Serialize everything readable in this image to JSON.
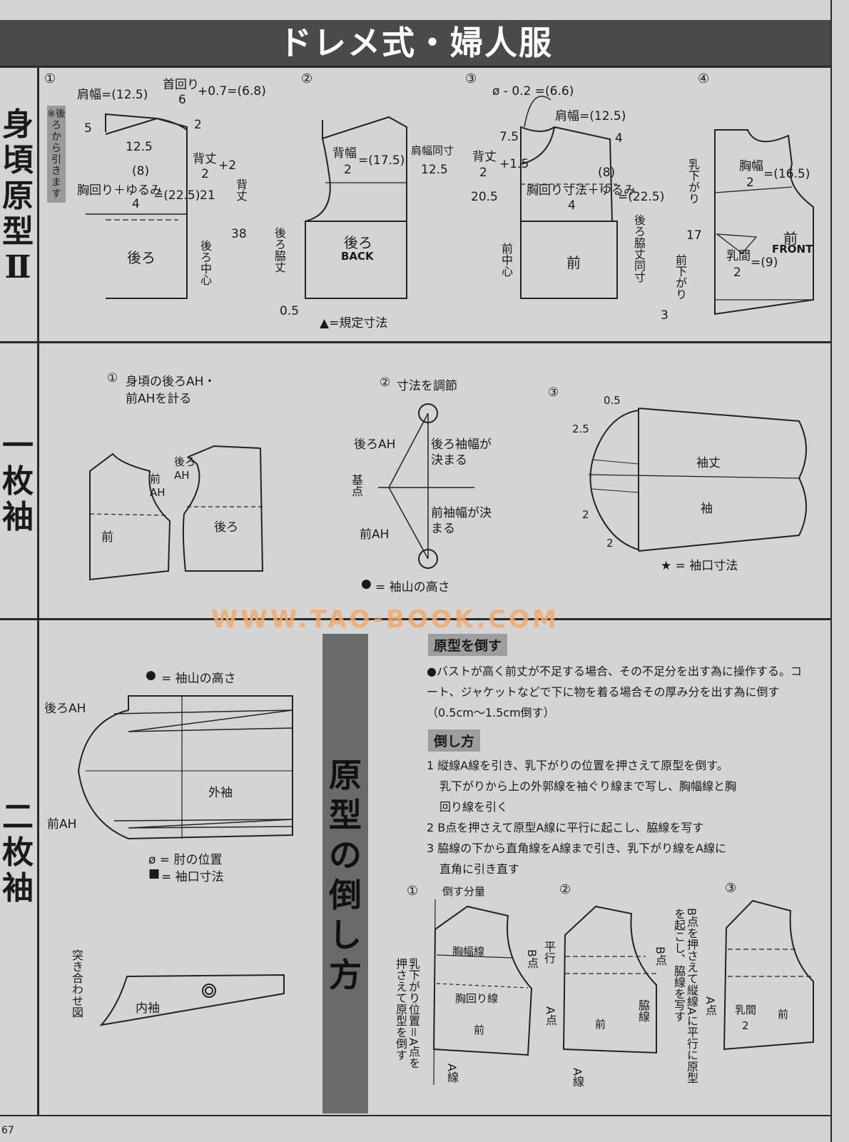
{
  "header": {
    "title": "ドレメ式・婦人服"
  },
  "sections": {
    "bodice": "身頃原型Ⅱ",
    "one_piece_sleeve": "一枚袖",
    "two_piece_sleeve": "二枚袖",
    "tilt": "原型の倒し方"
  },
  "bodice": {
    "step_numbers": [
      "①",
      "②",
      "③",
      "④"
    ],
    "note_back": "※後ろから引きます",
    "d1": {
      "shoulder": "肩幅=(12.5)",
      "neck": "首回り",
      "neck_den": "6",
      "neck_plus": "+0.7=(6.8)",
      "five": "5",
      "twelve": "12.5",
      "two": "2",
      "eight": "(8)",
      "chest": "胸回り＋ゆるみ",
      "chest_den": "4",
      "chest_val": "=(22.5)",
      "back_len": "背丈",
      "back_den": "2",
      "back_half": "21",
      "plus2": "+2",
      "back_total": "背丈",
      "back_total_val": "38",
      "back": "後ろ",
      "cb": "後ろ中心"
    },
    "d2": {
      "back_width": "背幅",
      "bw_den": "2",
      "bw_val": "=(17.5)",
      "shoulder_line": "肩幅同寸",
      "sl_val": "12.5",
      "back": "後ろ",
      "back_en": "BACK",
      "side": "後ろ脇丈",
      "half": "0.5",
      "legend": "▲=規定寸法"
    },
    "d3": {
      "phi": "ø - 0.2 =(6.6)",
      "shoulder": "肩幅=(12.5)",
      "seven": "7.5",
      "four": "4",
      "back_len": "背丈",
      "bl_den": "2",
      "bl_val": "20.5",
      "plus15": "+1.5",
      "eight": "(8)",
      "chest": "胸回り寸法＋ゆるみ",
      "chest_den": "4",
      "chest_val": "=(22.5)",
      "fc": "前中心",
      "front": "前",
      "side": "後ろ脇丈同寸"
    },
    "d4": {
      "chest_w": "胸幅",
      "cw_den": "2",
      "cw_val": "=(16.5)",
      "nipple_drop": "乳下がり",
      "nd_val": "17",
      "bust": "乳間",
      "bust_den": "2",
      "bust_val": "=(9)",
      "front": "前",
      "front_en": "FRONT",
      "front_drop": "前下がり",
      "fd_val": "3"
    }
  },
  "one_sleeve": {
    "s1_num": "①",
    "s1_text1": "身頃の後ろAH・",
    "s1_text2": "前AHを計る",
    "front_ah": "前AH",
    "back_ah": "後ろAH",
    "front": "前",
    "back": "後ろ",
    "s2_num": "②",
    "s2_text": "寸法を調節",
    "back_ah2": "後ろAH",
    "base": "基点",
    "front_ah2": "前AH",
    "back_width": "後ろ袖幅が決まる",
    "front_width": "前袖幅が決まる",
    "cap_height": "= 袖山の高さ",
    "s3_num": "③",
    "v05": "0.5",
    "v25": "2.5",
    "v2a": "2",
    "v2b": "2",
    "length": "袖丈",
    "sleeve": "袖",
    "cuff": "★ = 袖口寸法"
  },
  "two_sleeve": {
    "cap_height": "= 袖山の高さ",
    "back_ah": "後ろAH",
    "front_ah": "前AH",
    "outer": "外袖",
    "elbow": "ø = 肘の位置",
    "cuff": "= 袖口寸法",
    "joint": "突き合わせ図",
    "inner": "内袖"
  },
  "watermark": "WWW.TAO-BOOK.COM",
  "tilt": {
    "h1": "原型を倒す",
    "p1": "●バストが高く前丈が不足する場合、その不足分を出す為に操作する。コート、ジャケットなどで下に物を着る場合その厚み分を出す為に倒す（0.5cm～1.5cm倒す）",
    "h2": "倒し方",
    "step1": "1 縦線A線を引き、乳下がりの位置を押さえて原型を倒す。",
    "step1b": "乳下がりから上の外郭線を袖ぐり線まで写し、胸幅線と胸",
    "step1c": "回り線を引く",
    "step2": "2 B点を押さえて原型A線に平行に起こし、脇線を写す",
    "step3": "3 脇線の下から直角線をA線まで引き、乳下がり線をA線に",
    "step3b": "直角に引き直す",
    "fig_nums": [
      "①",
      "②",
      "③"
    ],
    "tilt_amount": "倒す分量",
    "chest_line": "胸幅線",
    "bust_line": "胸回り線",
    "front": "前",
    "b_point": "B点",
    "a_point": "A点",
    "a_line": "A線",
    "note1": "乳下がり位置＝A点を押さえて原型を倒す",
    "parallel": "平行",
    "side_line": "脇線",
    "note2": "B点を押さえて縦線Aに平行に原型を起こし、脇線を写す",
    "bust": "乳間",
    "bust_den": "2"
  },
  "page_number": "67"
}
